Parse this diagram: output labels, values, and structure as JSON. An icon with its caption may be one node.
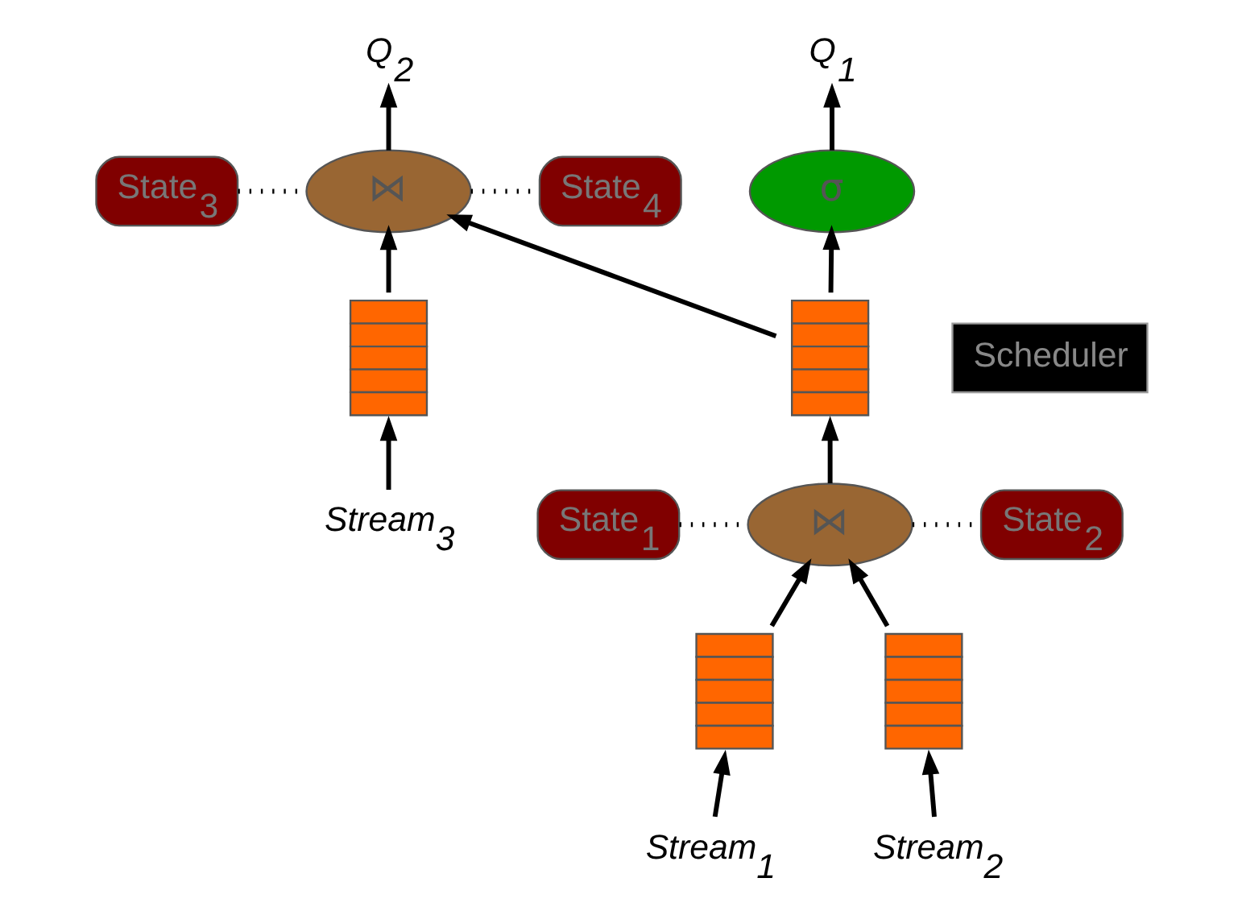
{
  "diagram": {
    "nodes": [
      {
        "text": [
          "Q$_{1}$"
        ]
      },
      {
        "text": [
          "σ"
        ]
      },
      {
        "text": [
          "Q$_{2}$"
        ]
      },
      {
        "text": [
          "State$_{3}$"
        ]
      },
      {
        "text": [
          "⋈"
        ]
      },
      {
        "text": [
          "State$_{4}$"
        ]
      },
      {
        "text": [
          "Scheduler"
        ]
      },
      {
        "text": [],
        "shape": "box"
      },
      {
        "text": [],
        "shape": "box"
      },
      {
        "text": [
          "State$_{1}$"
        ]
      },
      {
        "text": [
          "⋈"
        ]
      },
      {
        "text": [
          "State$_{2}$"
        ]
      },
      {
        "text": [
          "Stream$_{3}$"
        ]
      },
      {
        "text": [],
        "shape": "box"
      },
      {
        "text": [],
        "shape": "box"
      },
      {
        "text": [
          "Stream$_{1}$"
        ]
      },
      {
        "text": [
          "Stream$_{2}$"
        ]
      }
    ],
    "edges": [
      {
        "from": 1,
        "to": 0,
        "arrow": "to"
      },
      {
        "from": 4,
        "to": 2,
        "arrow": "to"
      },
      {
        "from": 3,
        "to": 4,
        "arrow": "none",
        "style": "dashed"
      },
      {
        "from": 4,
        "to": 5,
        "arrow": "none",
        "style": "dashed"
      },
      {
        "from": 7,
        "to": 1,
        "arrow": "to"
      },
      {
        "from": 7,
        "to": 4,
        "arrow": "to"
      },
      {
        "from": 8,
        "to": 4,
        "arrow": "to"
      },
      {
        "from": 10,
        "to": 7,
        "arrow": "to"
      },
      {
        "from": 9,
        "to": 10,
        "arrow": "none",
        "style": "dashed"
      },
      {
        "from": 10,
        "to": 11,
        "arrow": "none",
        "style": "dashed"
      },
      {
        "from": 12,
        "to": 8,
        "arrow": "to"
      },
      {
        "from": 13,
        "to": 10,
        "arrow": "to"
      },
      {
        "from": 14,
        "to": 10,
        "arrow": "to"
      },
      {
        "from": 15,
        "to": 13,
        "arrow": "to"
      },
      {
        "from": 16,
        "to": 14,
        "arrow": "to"
      }
    ]
  }
}
